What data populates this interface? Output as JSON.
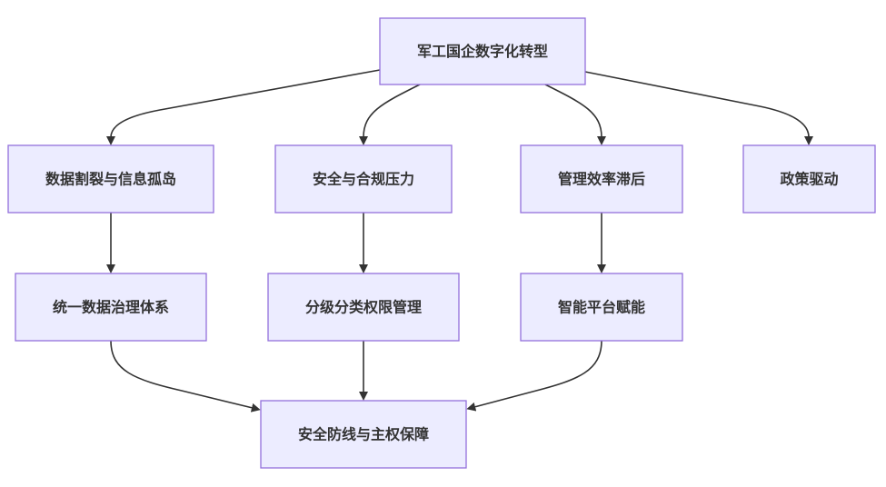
{
  "diagram": {
    "nodes": [
      {
        "label": "军工国企数字化转型"
      },
      {
        "label": "数据割裂与信息孤岛"
      },
      {
        "label": "安全与合规压力"
      },
      {
        "label": "管理效率滞后"
      },
      {
        "label": "政策驱动"
      },
      {
        "label": "统一数据治理体系"
      },
      {
        "label": "分级分类权限管理"
      },
      {
        "label": "智能平台赋能"
      },
      {
        "label": "安全防线与主权保障"
      }
    ],
    "edges": [
      [
        0,
        1
      ],
      [
        0,
        2
      ],
      [
        0,
        3
      ],
      [
        0,
        4
      ],
      [
        1,
        5
      ],
      [
        2,
        6
      ],
      [
        3,
        7
      ],
      [
        5,
        8
      ],
      [
        6,
        8
      ],
      [
        7,
        8
      ]
    ]
  },
  "colors": {
    "node_fill": "#ECECFF",
    "node_stroke": "#9370DB",
    "edge": "#333333",
    "text": "#333333"
  }
}
